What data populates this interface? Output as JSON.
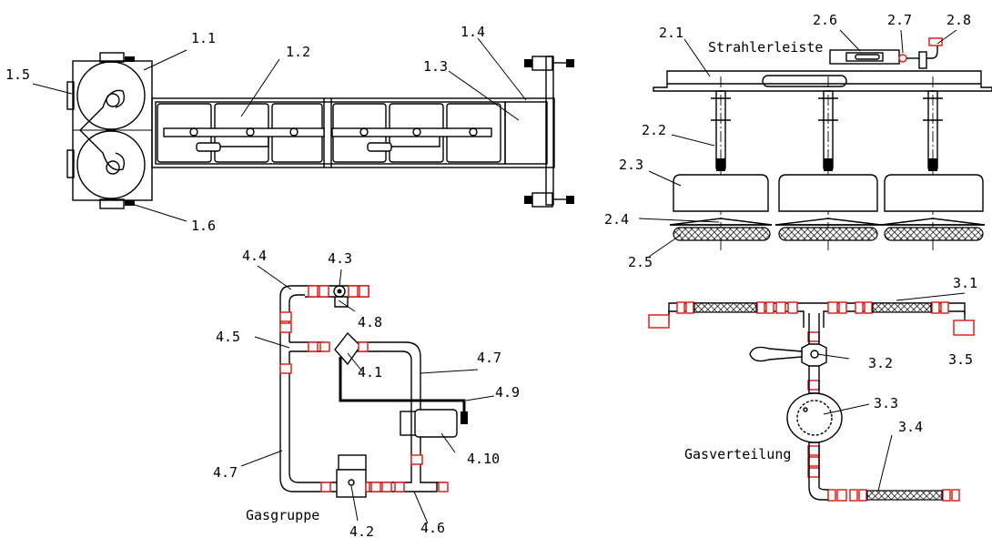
{
  "labels": {
    "l1_1": "1.1",
    "l1_2": "1.2",
    "l1_3": "1.3",
    "l1_4": "1.4",
    "l1_5": "1.5",
    "l1_6": "1.6",
    "l2_1": "2.1",
    "l2_2": "2.2",
    "l2_3": "2.3",
    "l2_4": "2.4",
    "l2_5": "2.5",
    "l2_6": "2.6",
    "l2_7": "2.7",
    "l2_8": "2.8",
    "l3_1": "3.1",
    "l3_2": "3.2",
    "l3_3": "3.3",
    "l3_4": "3.4",
    "l3_5": "3.5",
    "l4_1": "4.1",
    "l4_2": "4.2",
    "l4_3": "4.3",
    "l4_4": "4.4",
    "l4_5": "4.5",
    "l4_6": "4.6",
    "l4_7a": "4.7",
    "l4_7b": "4.7",
    "l4_8": "4.8",
    "l4_9": "4.9",
    "l4_10": "4.10"
  },
  "titles": {
    "strahlerleiste": "Strahlerleiste",
    "gasverteilung": "Gasverteilung",
    "gasgruppe": "Gasgruppe"
  },
  "colors": {
    "line": "#000000",
    "fitting": "#e0201c",
    "background": "#ffffff"
  }
}
